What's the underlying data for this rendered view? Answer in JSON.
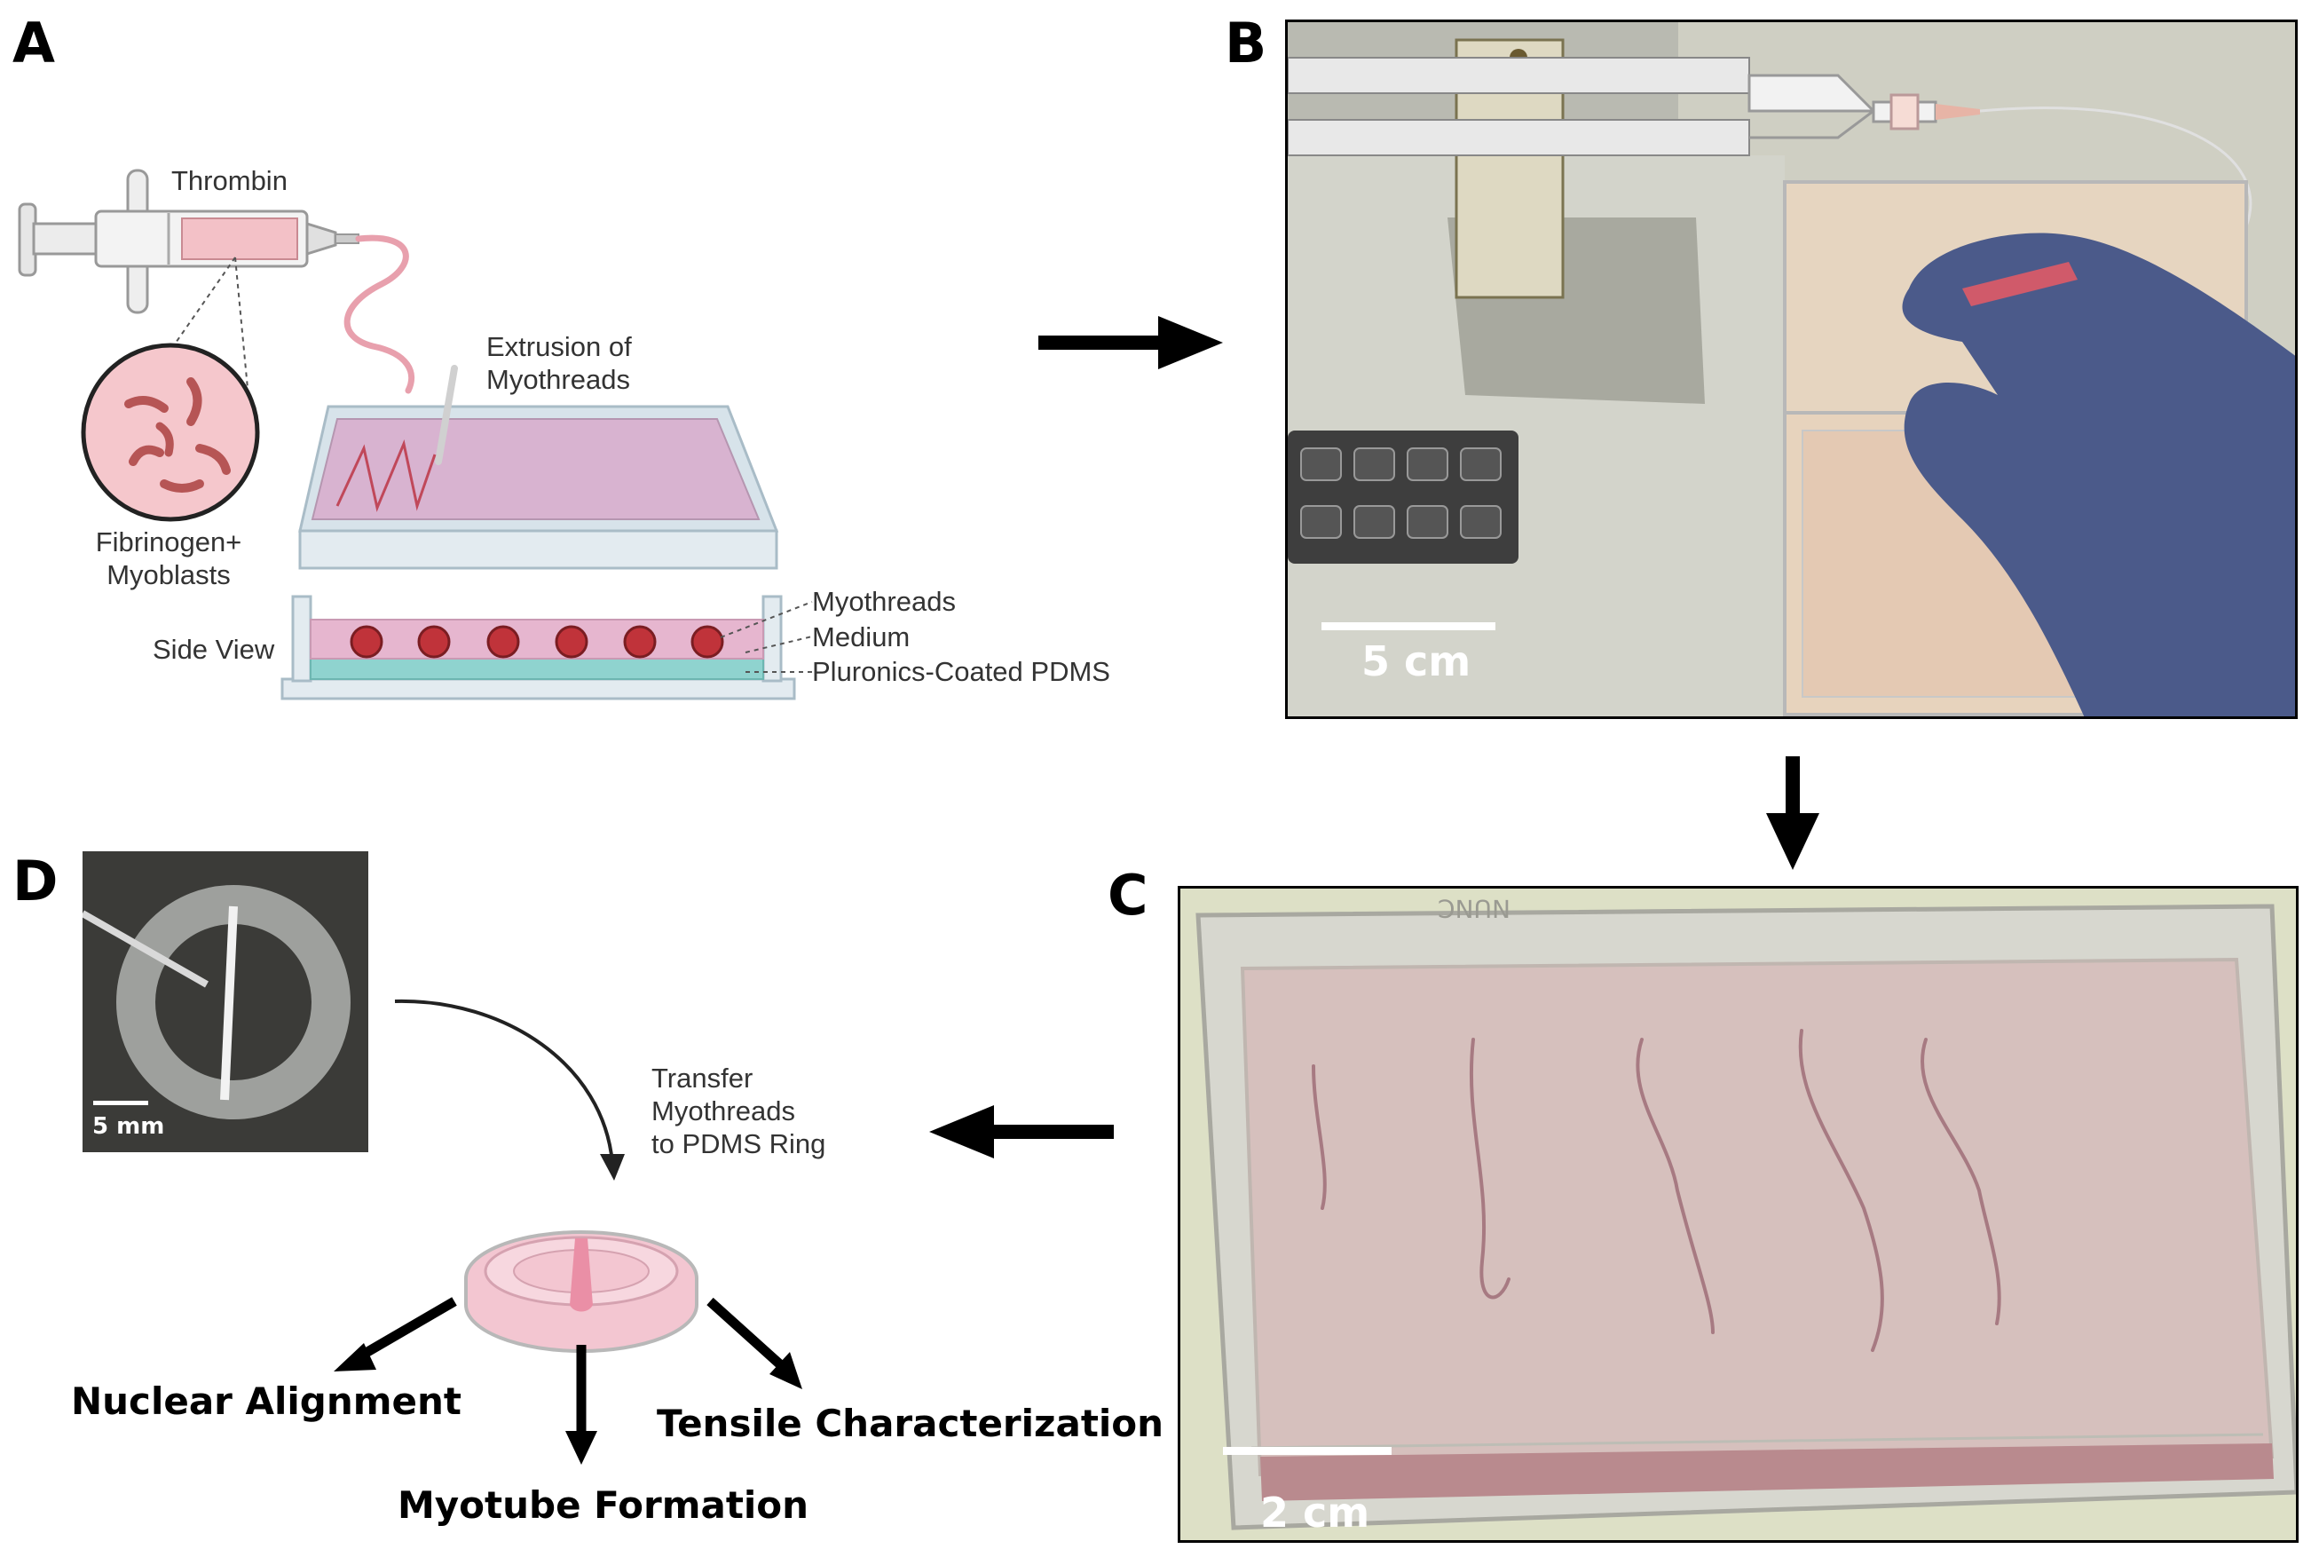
{
  "panels": {
    "a": "A",
    "b": "B",
    "c": "C",
    "d": "D"
  },
  "panel_a": {
    "thrombin": "Thrombin",
    "extrusion_line1": "Extrusion of",
    "extrusion_line2": "Myothreads",
    "fibrinogen_line1": "Fibrinogen+",
    "fibrinogen_line2": "Myoblasts",
    "side_view": "Side View",
    "legend_myothreads": "Myothreads",
    "legend_medium": "Medium",
    "legend_pdms": "Pluronics-Coated PDMS"
  },
  "panel_b": {
    "scale_bar": "5 cm"
  },
  "panel_c": {
    "scale_bar": "2 cm",
    "dish_brand": "NUNC"
  },
  "panel_d": {
    "scale_bar": "5 mm",
    "transfer_line1": "Transfer",
    "transfer_line2": "Myothreads",
    "transfer_line3": "to PDMS Ring",
    "outcome_nuclear": "Nuclear Alignment",
    "outcome_myotube": "Myotube Formation",
    "outcome_tensile": "Tensile Characterization"
  },
  "colors": {
    "pink_fill": "#e8b4c4",
    "cell_red": "#b84a4a",
    "pdms_teal": "#8fd3cf",
    "tray_blue": "#d7e3ea",
    "glove_blue": "#4b5a8a"
  }
}
